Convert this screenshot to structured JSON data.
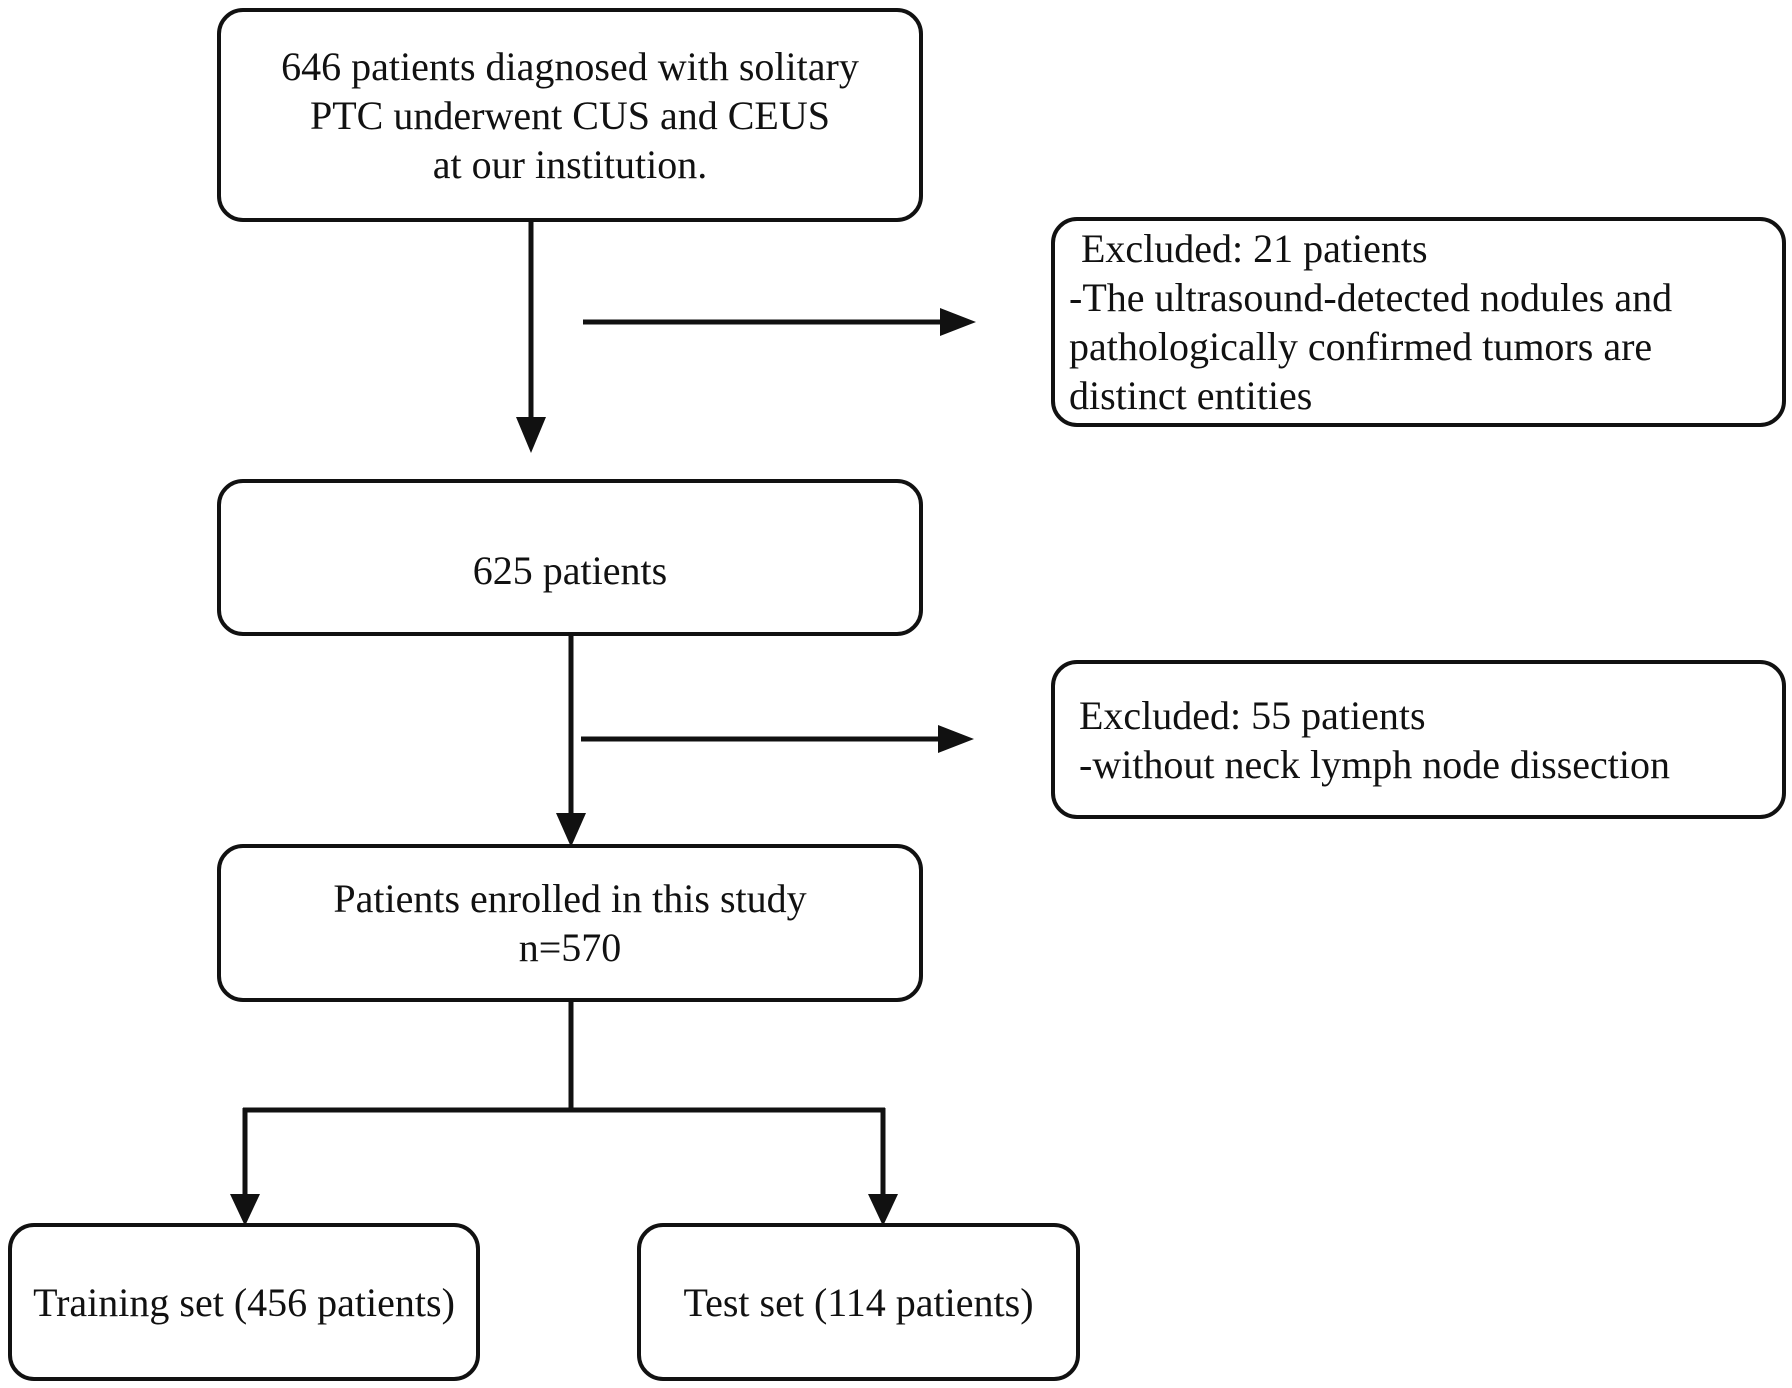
{
  "flowchart": {
    "start": {
      "lines": [
        "646 patients diagnosed with solitary",
        "PTC underwent CUS and CEUS",
        "at our institution."
      ]
    },
    "exclusion1": {
      "lines": [
        "Excluded: 21 patients",
        "-The ultrasound-detected nodules and",
        "pathologically confirmed tumors are",
        "distinct entities"
      ]
    },
    "middle": {
      "label": "625 patients"
    },
    "exclusion2": {
      "lines": [
        "Excluded: 55 patients",
        "-without neck lymph node dissection"
      ]
    },
    "enrolled": {
      "lines": [
        "Patients enrolled in this study",
        "n=570"
      ]
    },
    "training": {
      "label": "Training set (456 patients)"
    },
    "test": {
      "label": "Test set (114 patients)"
    }
  },
  "colors": {
    "stroke": "#111111",
    "background": "#ffffff"
  }
}
